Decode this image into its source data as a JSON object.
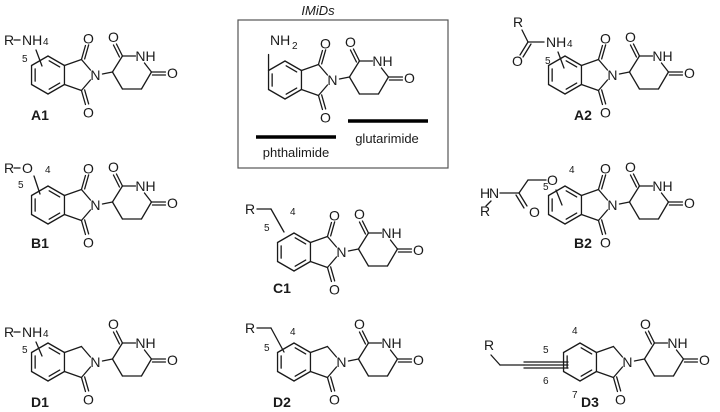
{
  "imids_box": {
    "title": "IMiDs",
    "amine_label": "NH",
    "amine_subscript": "2",
    "region_labels": {
      "phthalimide": "phthalimide",
      "glutarimide": "glutarimide"
    }
  },
  "atoms": {
    "N": "N",
    "O": "O",
    "NH": "NH",
    "R": "R"
  },
  "compounds": [
    {
      "id": "A1",
      "label": "A1",
      "core": "phthalimide",
      "linker": "R-NH",
      "positions": [
        "4",
        "5"
      ]
    },
    {
      "id": "A2",
      "label": "A2",
      "core": "phthalimide",
      "linker": "R-C(=O)-NH",
      "positions": [
        "4",
        "5"
      ]
    },
    {
      "id": "B1",
      "label": "B1",
      "core": "phthalimide",
      "linker": "R-O",
      "positions": [
        "4",
        "5"
      ]
    },
    {
      "id": "B2",
      "label": "B2",
      "core": "phthalimide",
      "linker": "R-NH-C(=O)-CH2-O",
      "positions": [
        "4",
        "5"
      ]
    },
    {
      "id": "C1",
      "label": "C1",
      "core": "phthalimide",
      "linker": "R-CH2",
      "positions": [
        "4",
        "5"
      ]
    },
    {
      "id": "D1",
      "label": "D1",
      "core": "isoindolinone",
      "linker": "R-NH",
      "positions": [
        "4",
        "5"
      ]
    },
    {
      "id": "D2",
      "label": "D2",
      "core": "isoindolinone",
      "linker": "R-CH2",
      "positions": [
        "4",
        "5"
      ]
    },
    {
      "id": "D3",
      "label": "D3",
      "core": "isoindolinone",
      "linker": "R-CH2-C≡C",
      "positions": [
        "4",
        "5",
        "6",
        "7"
      ]
    }
  ]
}
